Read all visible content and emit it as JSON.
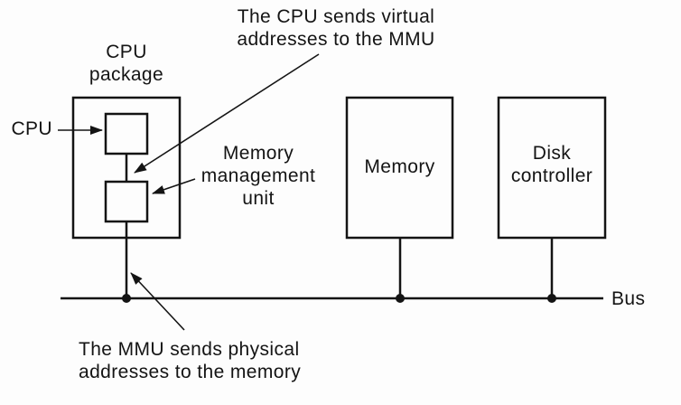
{
  "title": "MMU and bus block diagram",
  "colors": {
    "background": "#fdfdfd",
    "ink": "#141414"
  },
  "annotations": {
    "virtual": "The CPU sends virtual\naddresses to the MMU",
    "physical": "The MMU sends physical\naddresses to the memory"
  },
  "labels": {
    "cpu_package": "CPU\npackage",
    "cpu": "CPU",
    "mmu": "Memory\nmanagement\nunit",
    "memory": "Memory",
    "disk_controller": "Disk\ncontroller",
    "bus": "Bus"
  }
}
